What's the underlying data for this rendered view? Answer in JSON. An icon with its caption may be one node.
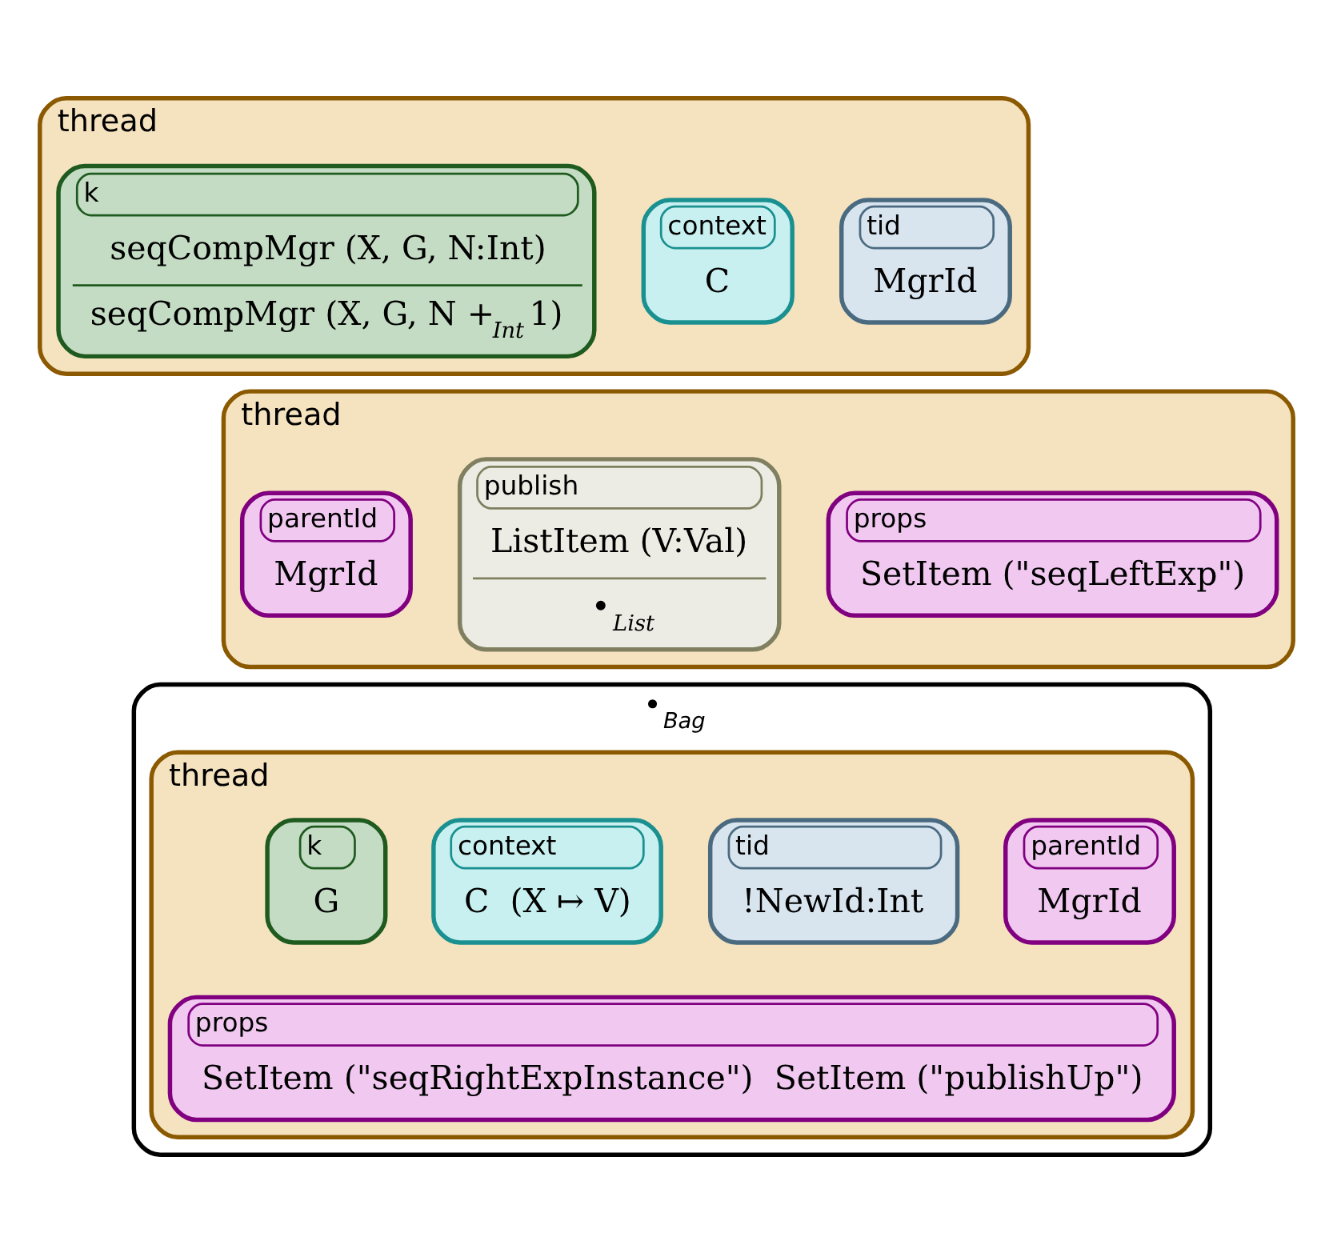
{
  "diagram": {
    "nodes": [
      {
        "text": [
          "thread"
        ]
      },
      {
        "text": [
          "k",
          "seqCompMgr (X, G, N:Int)",
          "seqCompMgr (X, G, N +$_{Int}$ 1)"
        ],
        "in": 0
      },
      {
        "text": [
          "context",
          "C"
        ],
        "in": 0
      },
      {
        "text": [
          "tid",
          "MgrId"
        ],
        "in": 0
      },
      {
        "text": [
          "thread"
        ]
      },
      {
        "text": [
          "parentId",
          "MgrId"
        ],
        "in": 4
      },
      {
        "text": [
          "publish",
          "ListItem (V:Val)",
          "•$_{List}$"
        ],
        "in": 4
      },
      {
        "text": [
          "props",
          "SetItem (\"seqLeftExp\")"
        ],
        "in": 4
      },
      {
        "text": [
          "•$_{Bag}$"
        ]
      },
      {
        "text": [
          "thread"
        ],
        "in": 8
      },
      {
        "text": [
          "k",
          "G"
        ],
        "in": 9
      },
      {
        "text": [
          "context",
          "C  (X ↦ V)"
        ],
        "in": 9
      },
      {
        "text": [
          "tid",
          "!NewId:Int"
        ],
        "in": 9
      },
      {
        "text": [
          "parentId",
          "MgrId"
        ],
        "in": 9
      },
      {
        "text": [
          "props",
          "SetItem (\"seqRightExpInstance\")  SetItem (\"publishUp\")"
        ],
        "in": 9
      }
    ],
    "edges": []
  }
}
